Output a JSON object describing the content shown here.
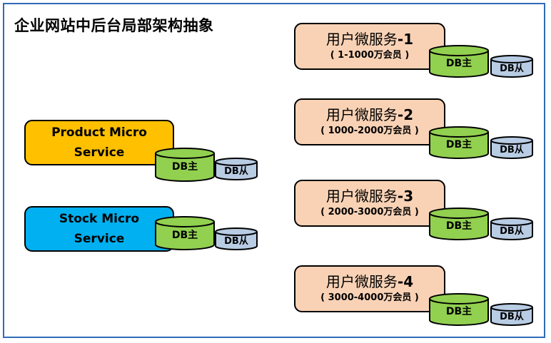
{
  "title": "企业网站中后台局部架构抽象",
  "colors": {
    "frame": "#2f6bb8",
    "product": "#ffc000",
    "stock": "#00b0f0",
    "user": "#f9d2b5",
    "db_master": "#92d050",
    "db_slave": "#b8cce4"
  },
  "left_services": [
    {
      "line1": "Product Micro",
      "line2": "Service",
      "db_master": "DB主",
      "db_slave": "DB从"
    },
    {
      "line1": "Stock Micro",
      "line2": "Service",
      "db_master": "DB主",
      "db_slave": "DB从"
    }
  ],
  "user_services": [
    {
      "name_cn": "用户微服务",
      "name_num": "-1",
      "range": "( 1-1000万会员 )",
      "db_master": "DB主",
      "db_slave": "DB从"
    },
    {
      "name_cn": "用户微服务",
      "name_num": "-2",
      "range": "( 1000-2000万会员 )",
      "db_master": "DB主",
      "db_slave": "DB从"
    },
    {
      "name_cn": "用户微服务",
      "name_num": "-3",
      "range": "( 2000-3000万会员 )",
      "db_master": "DB主",
      "db_slave": "DB从"
    },
    {
      "name_cn": "用户微服务",
      "name_num": "-4",
      "range": "( 3000-4000万会员 )",
      "db_master": "DB主",
      "db_slave": "DB从"
    }
  ]
}
